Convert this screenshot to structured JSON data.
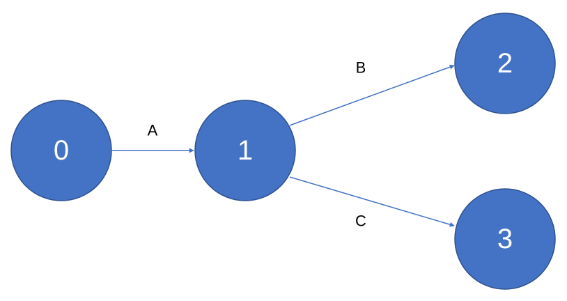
{
  "colors": {
    "node_fill": "#4472c4",
    "node_stroke": "#2f528f",
    "edge": "#4472c4",
    "label": "#000000",
    "node_text": "#ffffff"
  },
  "nodes": [
    {
      "id": "n0",
      "label": "0"
    },
    {
      "id": "n1",
      "label": "1"
    },
    {
      "id": "n2",
      "label": "2"
    },
    {
      "id": "n3",
      "label": "3"
    }
  ],
  "edges": [
    {
      "id": "eA",
      "from": "n0",
      "to": "n1",
      "label": "A"
    },
    {
      "id": "eB",
      "from": "n1",
      "to": "n2",
      "label": "B"
    },
    {
      "id": "eC",
      "from": "n1",
      "to": "n3",
      "label": "C"
    }
  ]
}
